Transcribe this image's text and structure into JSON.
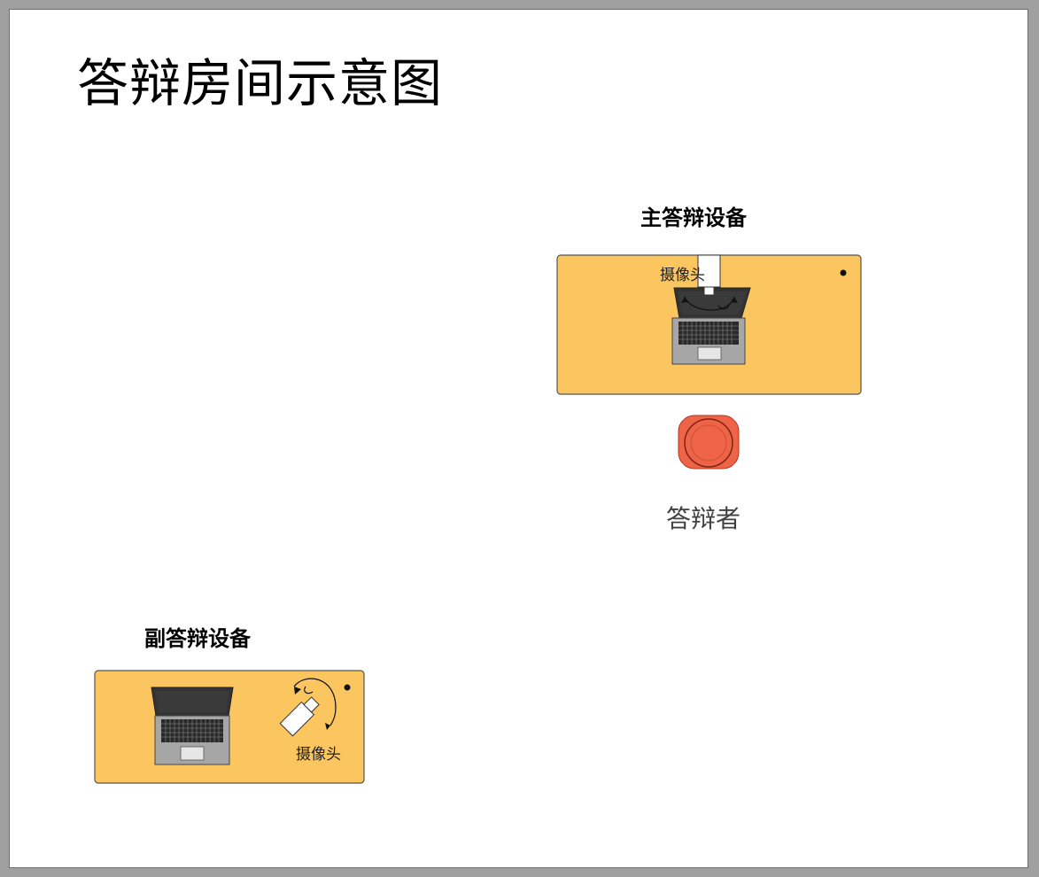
{
  "title": "答辩房间示意图",
  "main_device": {
    "label": "主答辩设备",
    "camera_label": "摄像头"
  },
  "defender": {
    "label": "答辩者"
  },
  "secondary_device": {
    "label": "副答辩设备",
    "camera_label": "摄像头"
  },
  "colors": {
    "desk": "#fbc55f",
    "chair": "#ef6446",
    "laptop_body": "#999999",
    "laptop_screen": "#303030"
  }
}
